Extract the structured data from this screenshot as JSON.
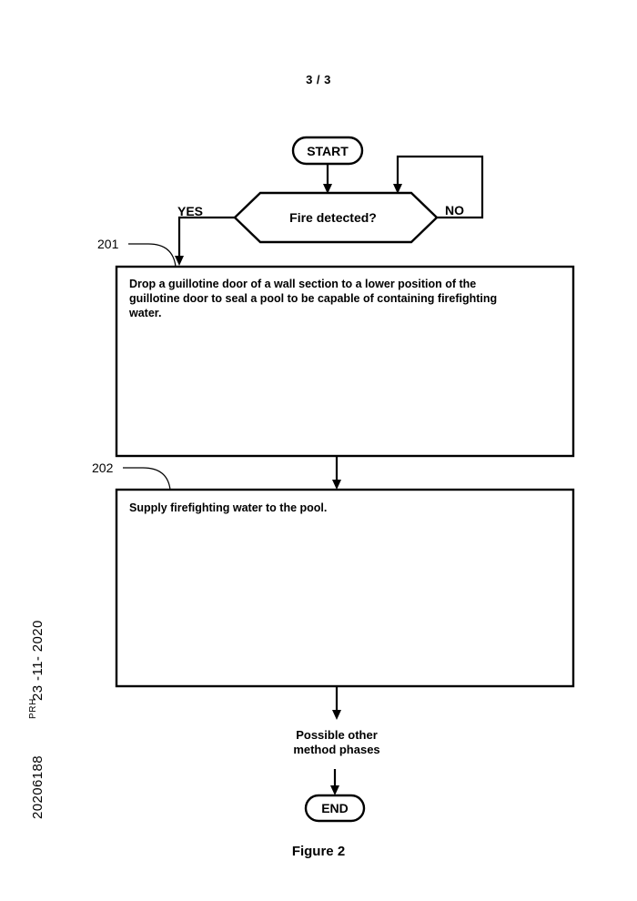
{
  "page": {
    "number": "3 / 3",
    "caption": "Figure 2"
  },
  "margin_stamp": {
    "application_number": "20206188",
    "office": "PRH",
    "date": "23 -11- 2020"
  },
  "flowchart": {
    "start": {
      "label": "START"
    },
    "decision": {
      "label": "Fire detected?",
      "yes_label": "YES",
      "no_label": "NO"
    },
    "steps": [
      {
        "ref": "201",
        "text": "Drop a guillotine door of a wall section to a lower position of the guillotine door to seal a pool to be capable of containing firefighting water.",
        "lines": [
          "Drop a guillotine door of a wall section to a lower position of the",
          "guillotine door to seal a pool to be capable of containing firefighting",
          "water."
        ]
      },
      {
        "ref": "202",
        "text": "Supply firefighting water to the pool.",
        "lines": [
          "Supply firefighting water to the pool."
        ]
      }
    ],
    "other_phases": {
      "lines": [
        "Possible other",
        "method phases"
      ]
    },
    "end": {
      "label": "END"
    }
  },
  "colors": {
    "stroke": "#000000",
    "fill": "#ffffff",
    "text": "#000000"
  }
}
